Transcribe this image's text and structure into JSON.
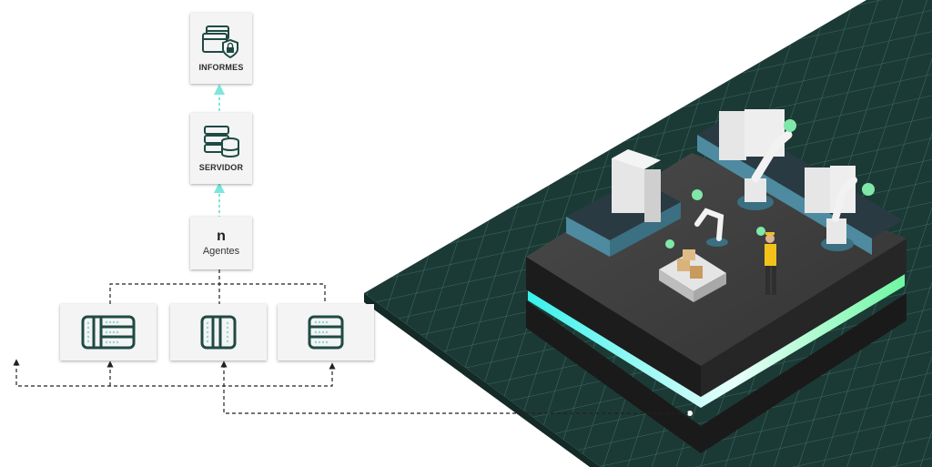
{
  "diagram": {
    "nodes": {
      "reports": {
        "label": "INFORMES",
        "icon": "reports-lock-icon"
      },
      "server": {
        "label": "SERVIDOR",
        "icon": "database-server-icon"
      },
      "agents": {
        "count": "n",
        "label": "Agentes"
      },
      "device_1": {
        "icon": "double-server-rack-icon"
      },
      "device_2": {
        "icon": "single-server-rack-icon"
      },
      "device_3": {
        "icon": "server-stack-icon"
      }
    },
    "colors": {
      "accent_cyan": "#7ce6dc",
      "icon_teal": "#1f4a43",
      "platform_dark": "#1d3d37",
      "grid_line": "#3a6a62",
      "glow_cyan": "#3ef2e8",
      "glow_green": "#7af5a8"
    },
    "illustration": "smart-factory-platform"
  }
}
